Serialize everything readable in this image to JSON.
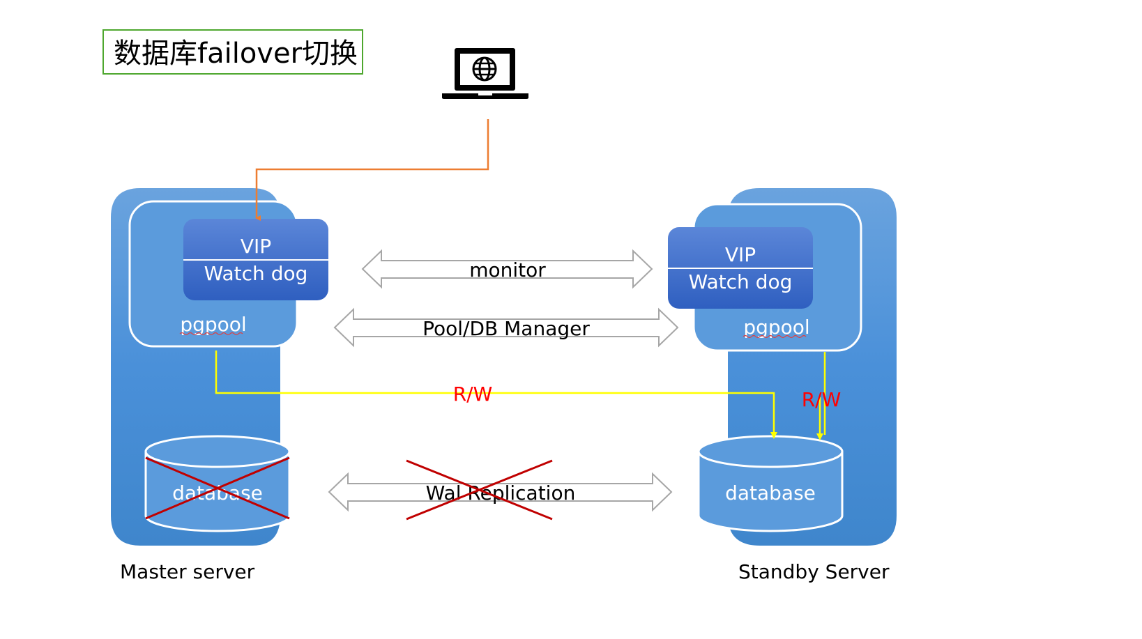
{
  "title": "数据库failover切换",
  "master": {
    "caption": "Master server",
    "vip_label": "VIP",
    "watchdog_label": "Watch dog",
    "pgpool_label": "pgpool",
    "database_label": "database",
    "database_failed": true
  },
  "standby": {
    "caption": "Standby Server",
    "vip_label": "VIP",
    "watchdog_label": "Watch dog",
    "pgpool_label": "pgpool",
    "database_label": "database"
  },
  "links": {
    "monitor_label": "monitor",
    "pool_db_manager_label": "Pool/DB Manager",
    "wal_replication_label": "Wal Replication",
    "wal_replication_failed": true,
    "rw_master_label": "R/W",
    "rw_standby_label": "R/W"
  },
  "client": {
    "icon": "laptop-globe-icon"
  },
  "colors": {
    "server_blue": "#4f93d6",
    "pgpool_blue": "#5a9bdc",
    "vip_blue": "#3566c8",
    "client_line": "#ed7d31",
    "rw_line": "#ffff00",
    "rw_text": "#ff0000",
    "failure_cross": "#c00000",
    "title_border": "#4ea72e"
  }
}
